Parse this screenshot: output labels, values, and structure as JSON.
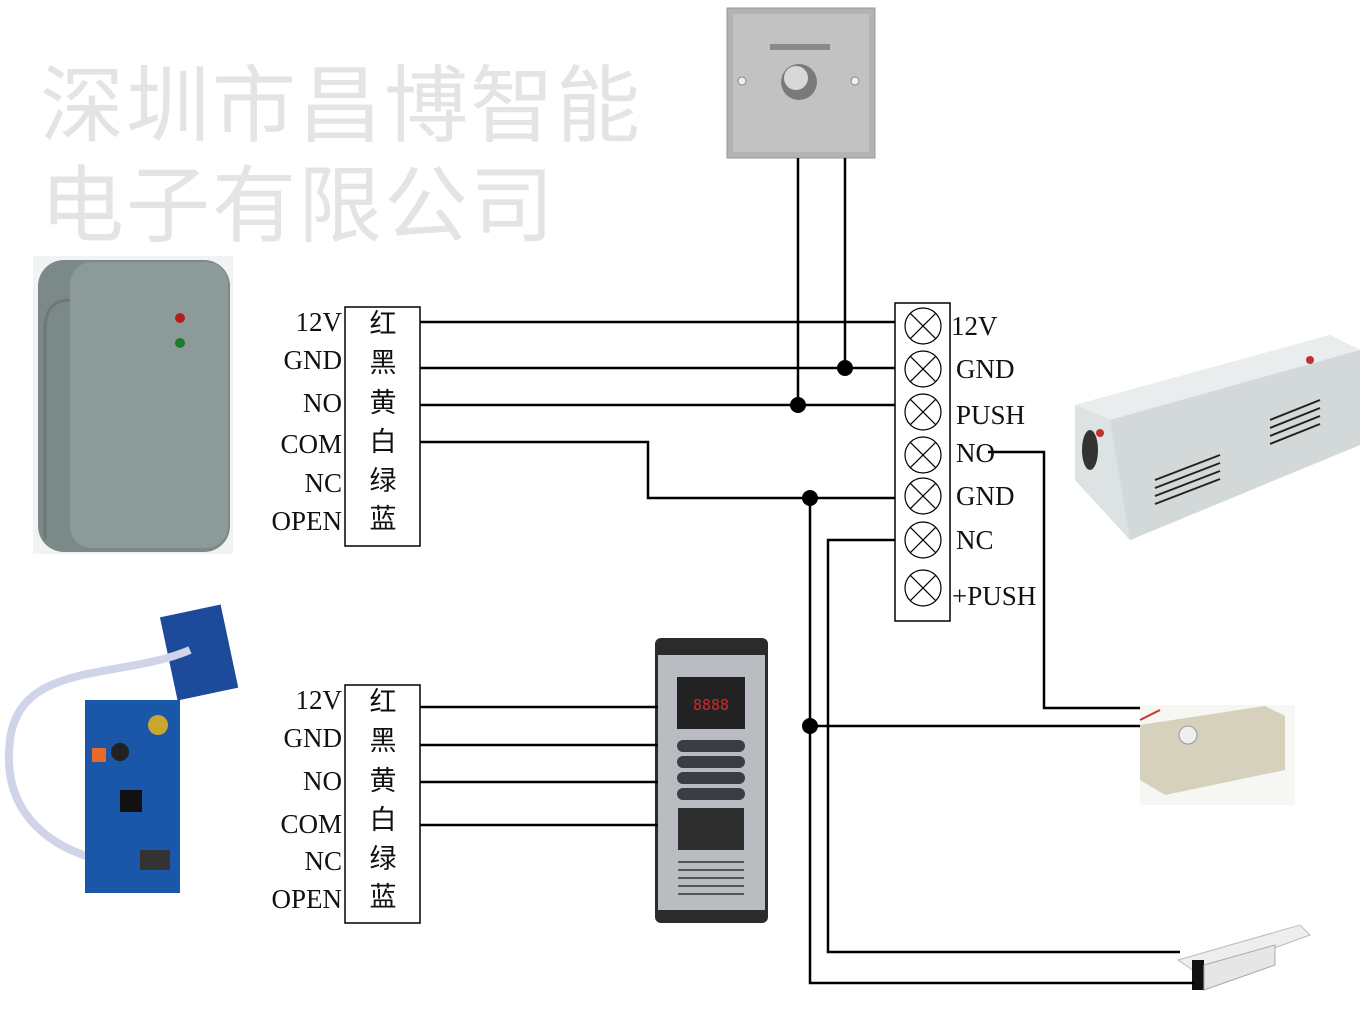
{
  "watermark": "深圳市昌博智能电子有限公司",
  "reader_block": {
    "labels": [
      "12V",
      "GND",
      "NO",
      "COM",
      "NC",
      "OPEN"
    ],
    "colors": [
      "红",
      "黑",
      "黄",
      "白",
      "绿",
      "蓝"
    ]
  },
  "intercom_block": {
    "labels": [
      "12V",
      "GND",
      "NO",
      "COM",
      "NC",
      "OPEN"
    ],
    "colors": [
      "红",
      "黑",
      "黄",
      "白",
      "绿",
      "蓝"
    ]
  },
  "power_terminal": {
    "labels": [
      "12V",
      "GND",
      "PUSH",
      "NO",
      "GND",
      "NC",
      "+PUSH"
    ]
  },
  "intercom_display": "8888",
  "devices": {
    "card_reader": "card-reader",
    "reader_board": "reader-pcb",
    "exit_button": "exit-button",
    "power_supply": "power-supply",
    "electric_lock": "electric-lock",
    "strike_lock": "electric-strike",
    "intercom_panel": "intercom-panel"
  }
}
